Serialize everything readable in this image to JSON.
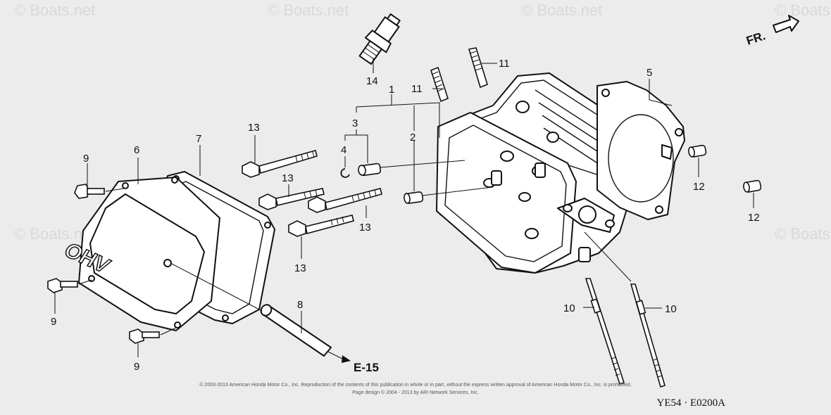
{
  "watermark": "© Boats.net",
  "direction_label": "FR.",
  "cover_text": "OHV",
  "reference": "E-15",
  "diagram_code": "YE54 · E0200A",
  "copyright_line1": "© 2003-2013 American Honda Motor Co., Inc. Reproduction of the contents of this publication in whole or in part, without the express written approval of American Honda Motor Co., Inc. is prohibited.",
  "copyright_line2": "Page design © 2004 - 2013 by ARI Network Services, Inc.",
  "callouts": {
    "c1": "1",
    "c2": "2",
    "c3": "3",
    "c4": "4",
    "c5": "5",
    "c6": "6",
    "c7": "7",
    "c8": "8",
    "c9a": "9",
    "c9b": "9",
    "c9c": "9",
    "c10a": "10",
    "c10b": "10",
    "c11a": "11",
    "c11b": "11",
    "c12a": "12",
    "c12b": "12",
    "c13a": "13",
    "c13b": "13",
    "c13c": "13",
    "c13d": "13",
    "c14": "14"
  }
}
